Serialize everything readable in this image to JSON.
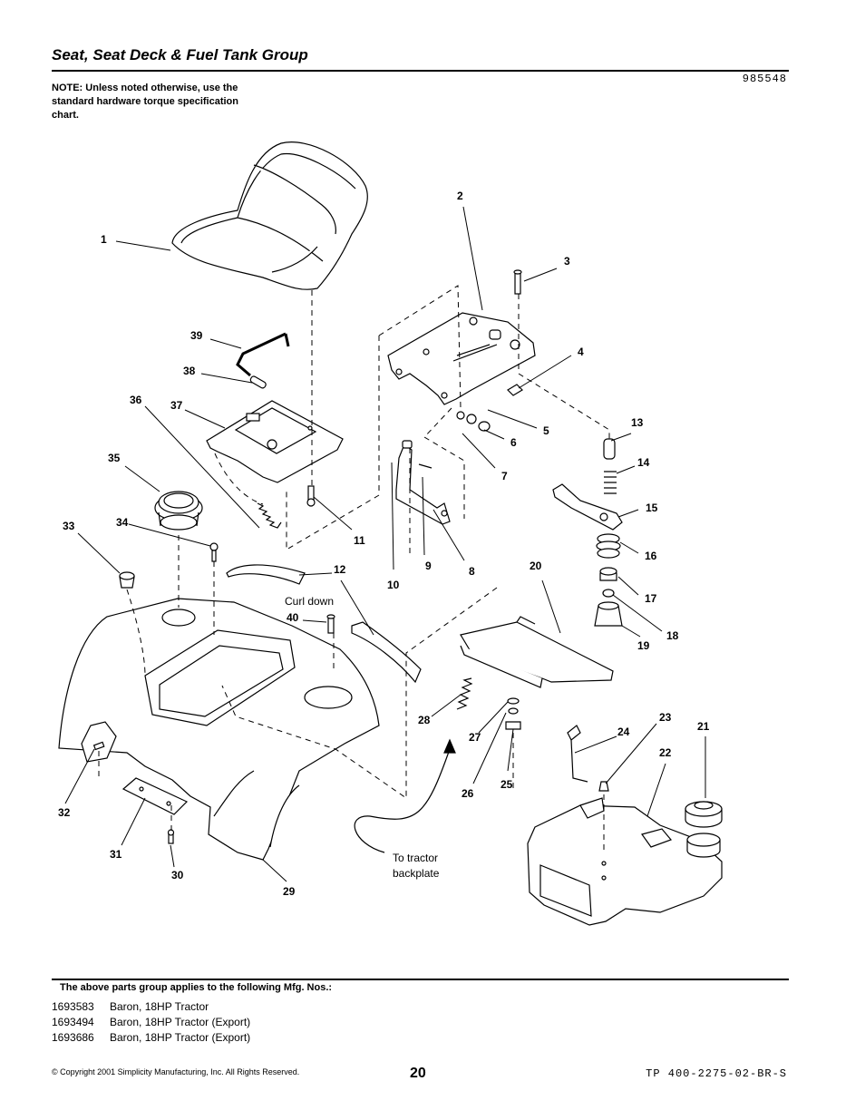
{
  "header": {
    "title": "Seat, Seat Deck & Fuel Tank Group",
    "doc_number": "985548",
    "note": "NOTE: Unless noted otherwise, use the standard hardware torque specification chart."
  },
  "diagram": {
    "callouts": [
      "1",
      "2",
      "3",
      "4",
      "5",
      "6",
      "7",
      "8",
      "9",
      "10",
      "11",
      "12",
      "13",
      "14",
      "15",
      "16",
      "17",
      "18",
      "19",
      "20",
      "21",
      "22",
      "23",
      "24",
      "25",
      "26",
      "27",
      "28",
      "29",
      "30",
      "31",
      "32",
      "33",
      "34",
      "35",
      "36",
      "37",
      "38",
      "39",
      "40"
    ],
    "annotations": {
      "curl_down": "Curl down",
      "to_tractor": "To tractor",
      "backplate": "backplate"
    }
  },
  "footer": {
    "applies_heading": "The above parts group applies to the following Mfg. Nos.:",
    "mfg_numbers": [
      {
        "number": "1693583",
        "description": "Baron, 18HP Tractor"
      },
      {
        "number": "1693494",
        "description": "Baron, 18HP Tractor (Export)"
      },
      {
        "number": "1693686",
        "description": "Baron, 18HP Tractor (Export)"
      }
    ],
    "copyright": "© Copyright  2001 Simplicity Manufacturing, Inc. All Rights Reserved.",
    "page_number": "20",
    "tp_number": "TP 400-2275-02-BR-S"
  }
}
